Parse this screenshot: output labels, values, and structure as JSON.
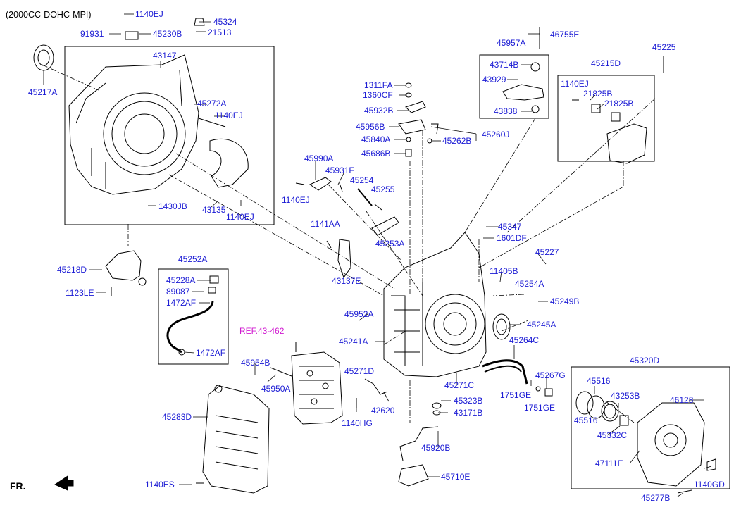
{
  "header": {
    "engine": "(2000CC-DOHC-MPI)"
  },
  "orientation": {
    "label": "FR."
  },
  "ref_link": {
    "label": "REF.43-462",
    "color": "#d018d0"
  },
  "colors": {
    "part_label": "#1a1ad4",
    "line_art": "#000000"
  },
  "part_labels": [
    "1140EJ",
    "45324",
    "91931",
    "45230B",
    "21513",
    "43147",
    "45217A",
    "45272A",
    "1140EJ",
    "1430JB",
    "43135",
    "1140EJ",
    "45218D",
    "1123LE",
    "45252A",
    "45228A",
    "89087",
    "1472AF",
    "1472AF",
    "45283D",
    "1140ES",
    "46755E",
    "45957A",
    "43714B",
    "43929",
    "43838",
    "45225",
    "45215D",
    "1140EJ",
    "21825B",
    "21825B",
    "1311FA",
    "1360CF",
    "45932B",
    "45956B",
    "45840A",
    "45686B",
    "45262B",
    "45260J",
    "45990A",
    "45931F",
    "45254",
    "45255",
    "1140EJ",
    "1141AA",
    "43137E",
    "45347",
    "45253A",
    "1601DF",
    "45227",
    "11405B",
    "45254A",
    "45249B",
    "45952A",
    "45245A",
    "45241A",
    "45264C",
    "45954B",
    "45950A",
    "45271D",
    "45271C",
    "45267G",
    "1751GE",
    "1751GE",
    "1140HG",
    "42620",
    "45323B",
    "43171B",
    "45920B",
    "45710E",
    "45320D",
    "45516",
    "43253B",
    "46128",
    "45516",
    "45332C",
    "47111E",
    "1140GD",
    "45277B"
  ]
}
